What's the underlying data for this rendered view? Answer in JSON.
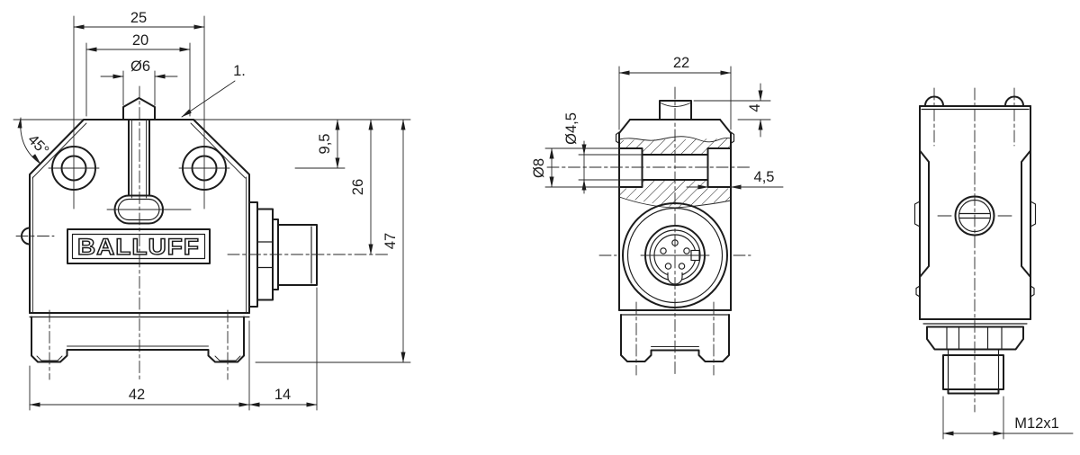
{
  "brand_logo": "BALLUFF",
  "front_view": {
    "hole_spacing": "25",
    "top_width": "20",
    "plunger_diameter": "Ø6",
    "callout_1": "1.",
    "chamfer_angle": "45°",
    "hole_center_offset": "9,5",
    "connector_center_offset": "26",
    "total_height": "47",
    "body_width": "42",
    "connector_length": "14"
  },
  "side_view": {
    "body_depth": "22",
    "plunger_height": "4",
    "bore_diameter": "Ø4,5",
    "counterbore_diameter": "Ø8",
    "counterbore_depth": "4,5"
  },
  "back_view": {
    "connector_thread": "M12x1"
  }
}
